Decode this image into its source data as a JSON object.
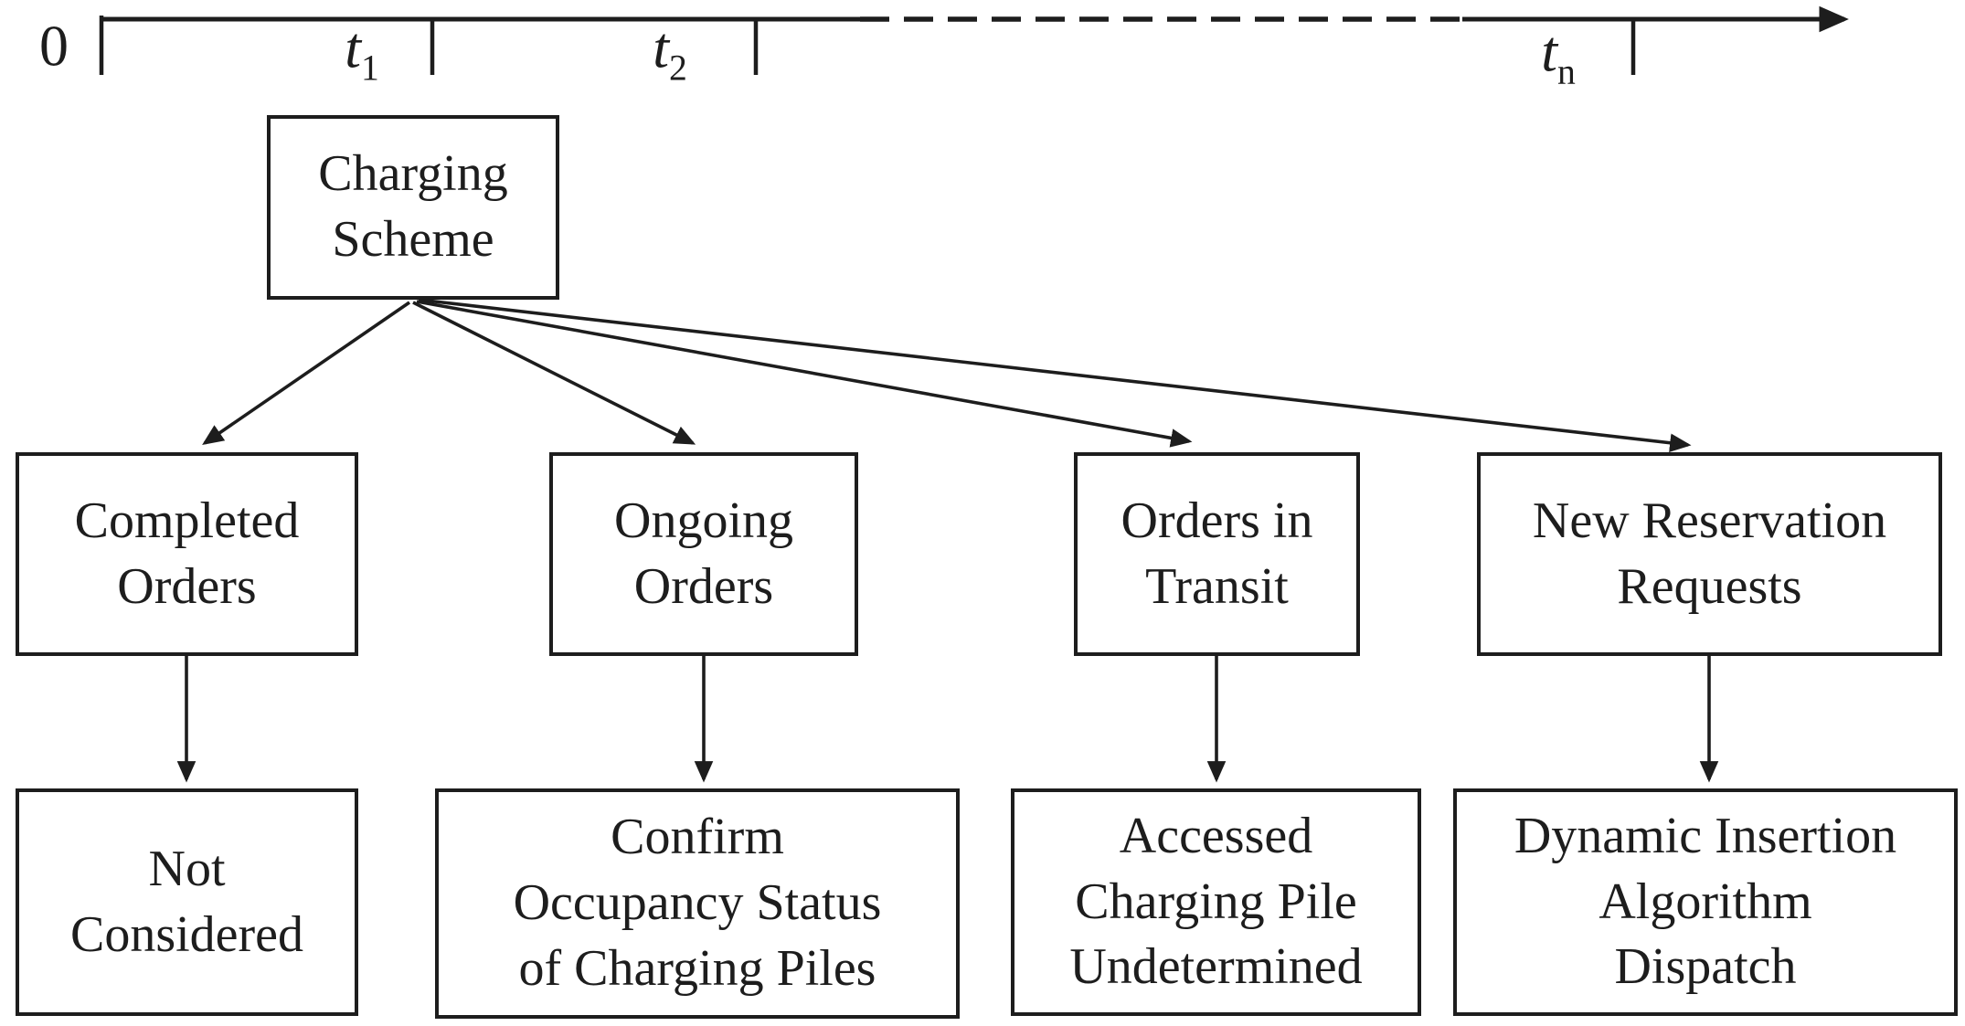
{
  "figure": {
    "description": "Charging scheme timeline flow diagram",
    "colors": {
      "ink": "#1d1d1d",
      "background": "#ffffff"
    },
    "timeline": {
      "labels": [
        {
          "base": "0",
          "sub": ""
        },
        {
          "base": "t",
          "sub": "1"
        },
        {
          "base": "t",
          "sub": "2"
        },
        {
          "base": "t",
          "sub": "n"
        }
      ]
    },
    "nodes": {
      "root": "Charging\nScheme",
      "branches": [
        {
          "label": "Completed\nOrders",
          "outcome": "Not\nConsidered"
        },
        {
          "label": "Ongoing\nOrders",
          "outcome": "Confirm\nOccupancy Status\nof Charging Piles"
        },
        {
          "label": "Orders in\nTransit",
          "outcome": "Accessed\nCharging Pile\nUndetermined"
        },
        {
          "label": "New Reservation\nRequests",
          "outcome": "Dynamic Insertion\nAlgorithm\nDispatch"
        }
      ]
    }
  }
}
